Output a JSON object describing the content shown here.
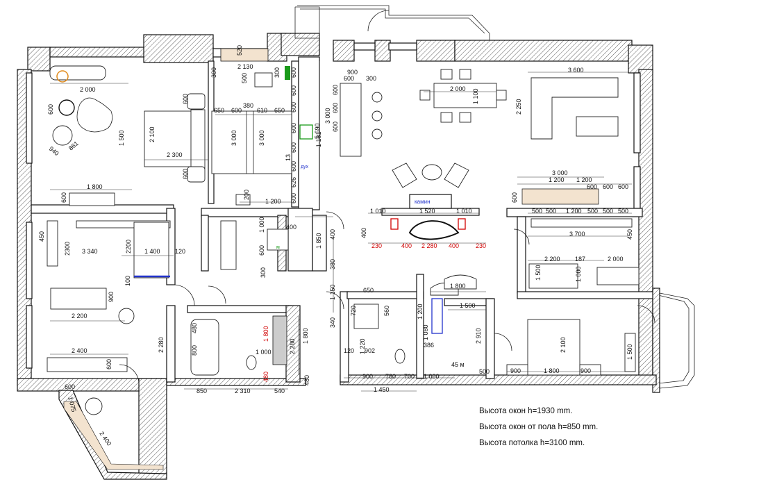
{
  "notes": [
    "Высота окон  h=1930 mm.",
    "Высота окон от пола h=850 mm.",
    "Высота потолка h=3100 mm."
  ],
  "labels": {
    "kamin": "камин",
    "duh": "дух",
    "m": "м",
    "m2": "45 м"
  },
  "dimensions": {
    "d520": "520",
    "d2130": "2 130",
    "d300a": "300",
    "d300b": "300",
    "d500": "500",
    "d2000a": "2 000",
    "d600a": "600",
    "d1500": "1 500",
    "d940": "940",
    "d861": "861",
    "d2100a": "2 100",
    "d2300": "2 300",
    "d600b": "600",
    "d600c": "600",
    "d650a": "650",
    "d600d": "600",
    "d380": "380",
    "d610": "610",
    "d650b": "650",
    "d3000a": "3 000",
    "d3000b": "3 000",
    "d1200a": "1 200",
    "d1800a": "1 800",
    "d600e": "600",
    "d5690": "5 690",
    "d1181": "1 181",
    "d13": "13",
    "k600a": "600",
    "k600b": "600",
    "k600c": "600",
    "k600d": "600",
    "k600e": "600",
    "k600f": "600",
    "k626": "626",
    "k600g": "600",
    "d900a": "900",
    "d600f": "600",
    "d300c": "300",
    "d600g": "600",
    "d3000c": "3 000",
    "d600h": "600",
    "d600i": "600",
    "d2000b": "2 000",
    "d1100": "1 100",
    "d3600": "3 600",
    "d2250": "2 250",
    "d3000d": "3 000",
    "d1200b": "1 200",
    "d1200c": "1 200",
    "d600j": "600",
    "d600k": "600",
    "d600l": "600",
    "d600m": "600",
    "d500a": "500",
    "d500b": "500",
    "d1200d": "1 200",
    "d500c": "500",
    "d500d": "500",
    "d500e": "500",
    "d3700": "3 700",
    "d450a": "450",
    "d1010a": "1 010",
    "d1520": "1 520",
    "d1010b": "1 010",
    "d400a": "400",
    "r230a": "230",
    "r400a": "400",
    "r2280": "2 280",
    "r400b": "400",
    "r230b": "230",
    "d450b": "450",
    "d2300b": "2300",
    "d3340": "3 340",
    "d2200a": "2200",
    "d1400": "1 400",
    "d120a": "120",
    "d100": "100",
    "d900b": "900",
    "d2200b": "2 200",
    "d2400a": "2 400",
    "d600n": "600",
    "d2280": "2 280",
    "d1000a": "1 000",
    "d600o": "600",
    "d400b": "400",
    "d1850": "1 850",
    "d400c": "400",
    "d380b": "380",
    "d300d": "300",
    "d200": "200",
    "d1150": "1 150",
    "d340": "340",
    "r1800": "1 800",
    "r480": "480",
    "d1800b": "1 800",
    "d1000b": "1 000",
    "d480a": "480",
    "d2280b": "2 280",
    "d800": "800",
    "d480b": "480",
    "d850": "850",
    "d2310": "2 310",
    "d540": "540",
    "d600p": "600",
    "d1075": "1 075",
    "d2400b": "2 400",
    "d650c": "650",
    "d720": "720",
    "d560": "560",
    "d1220": "1 220",
    "d120b": "120",
    "d902": "902",
    "d1200e": "1 200",
    "d1080": "1 080",
    "d386": "386",
    "d1800c": "1 800",
    "d1500b": "1 500",
    "d2910": "2 910",
    "d900c": "900",
    "d780": "780",
    "d700": "700",
    "d1000c": "1 000",
    "d500f": "500",
    "d1450": "1 450",
    "d2200c": "2 200",
    "d187": "187",
    "d2000c": "2 000",
    "d1500c": "1 500",
    "d1000d": "1 000",
    "d2100b": "2 100",
    "d1500d": "1 500",
    "d900d": "900",
    "d1800d": "1 800",
    "d900e": "900"
  },
  "colors": {
    "wall": "#111111",
    "dimension_red": "#d10000",
    "bath_blue": "#2233cc",
    "cabinet_green": "#1a9a1a",
    "wood_beige": "#f3e3cf"
  }
}
